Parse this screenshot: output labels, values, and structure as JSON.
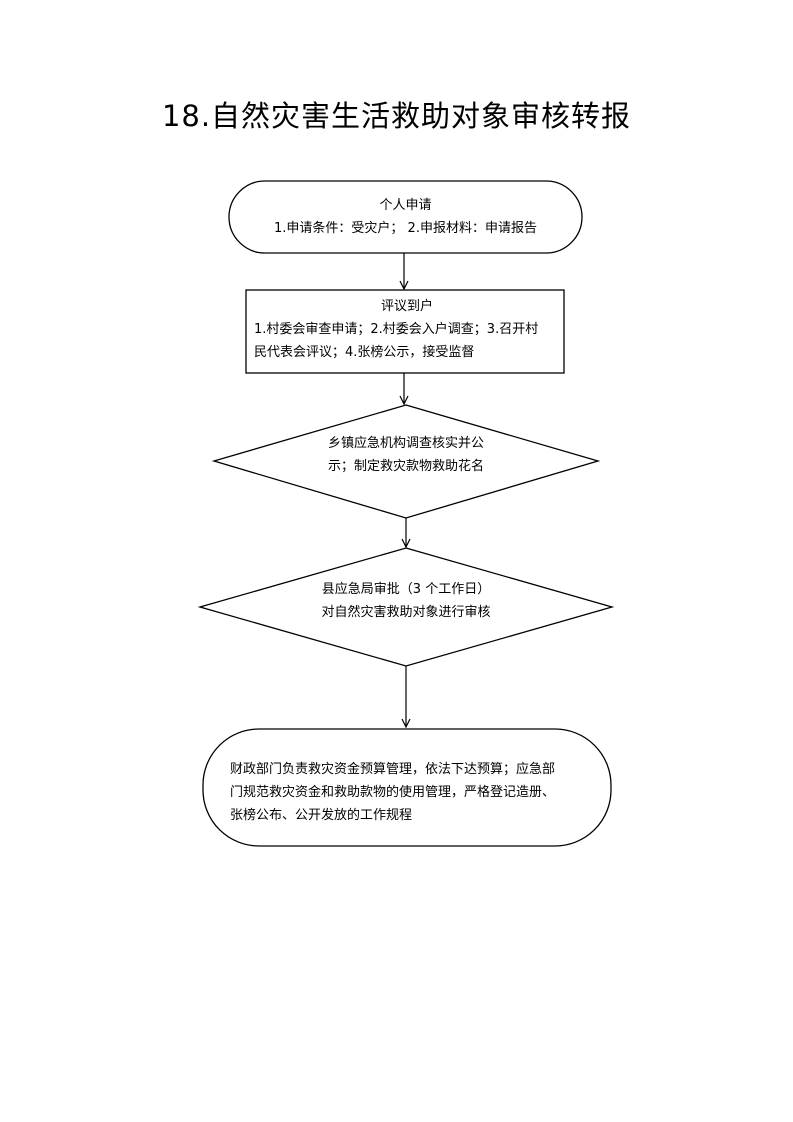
{
  "title": "18.自然灾害生活救助对象审核转报",
  "steps": [
    {
      "heading": "个人申请",
      "lines": [
        "1.申请条件：受灾户；  2.申报材料：申请报告"
      ]
    },
    {
      "heading": "评议到户",
      "lines": [
        "1.村委会审查申请；2.村委会入户调查；3.召开村",
        "民代表会评议；4.张榜公示，接受监督"
      ]
    },
    {
      "lines": [
        "乡镇应急机构调查核实并公",
        "示；制定救灾款物救助花名"
      ]
    },
    {
      "lines": [
        "县应急局审批（3 个工作日）",
        "对自然灾害救助对象进行审核"
      ]
    },
    {
      "lines": [
        "财政部门负责救灾资金预算管理，依法下达预算；应急部",
        "门规范救灾资金和救助款物的使用管理，严格登记造册、",
        "张榜公布、公开发放的工作规程"
      ]
    }
  ]
}
